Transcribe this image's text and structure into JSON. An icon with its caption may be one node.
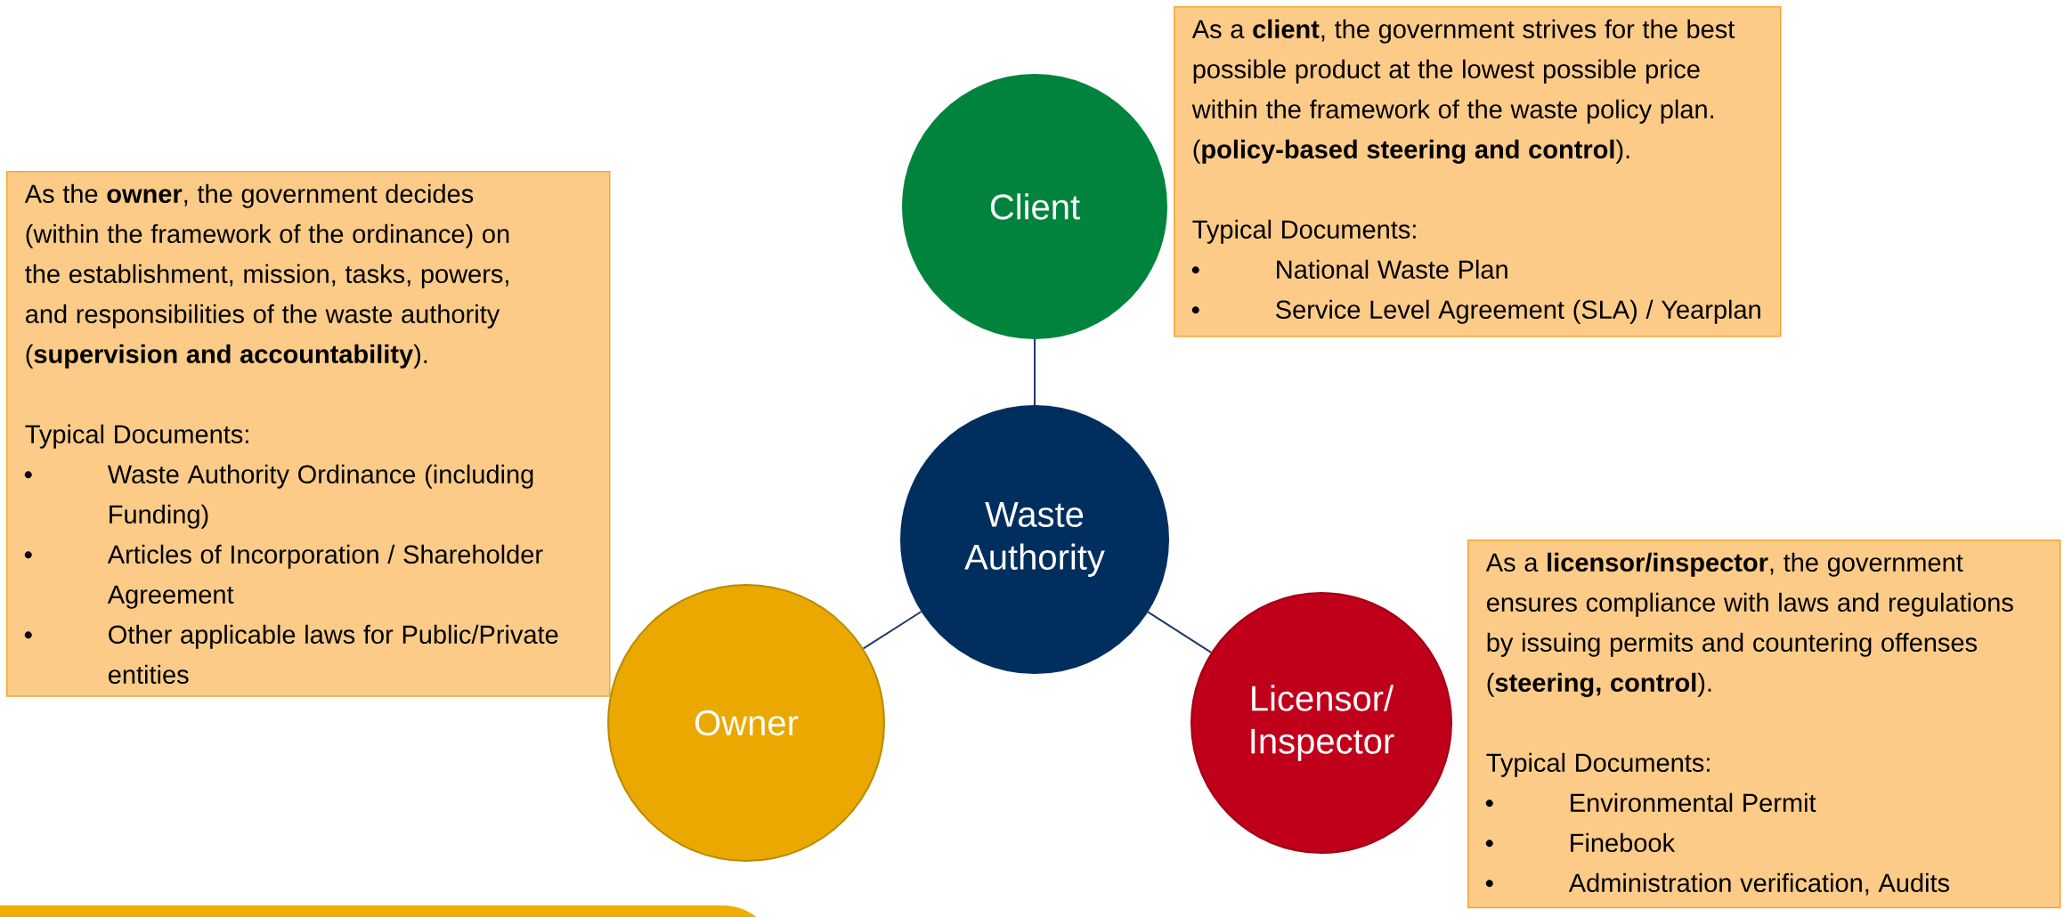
{
  "diagram": {
    "nodes": [
      {
        "text": [
          "Client"
        ]
      },
      {
        "text": [
          "As a **client**, the government strives for the best possible product at the lowest possible price within the framework of the waste policy plan. (**policy-based steering and control**).",
          "Typical Documents:",
          "National Waste Plan",
          "Service Level Agreement (SLA) / Yearplan"
        ]
      },
      {
        "text": [
          "As the **owner**, the government decides (within the framework of the ordinance) on the establishment, mission, tasks, powers, and responsibilities of the waste authority (**supervision and accountability**).",
          "Typical Documents:",
          "Waste Authority Ordinance (including Funding)",
          "Articles of Incorporation / Shareholder Agreement",
          "Other applicable laws for Public/Private entities"
        ]
      },
      {
        "text": [
          "Waste Authority"
        ]
      },
      {
        "text": [
          "Owner"
        ]
      },
      {
        "text": [
          "Licensor/ Inspector"
        ]
      },
      {
        "text": [
          "As a **licensor/inspector**, the government ensures compliance with laws and regulations by issuing permits and countering offenses (**steering, control**).",
          "Typical Documents:",
          "Environmental Permit",
          "Finebook",
          "Administration verification, Audits"
        ]
      }
    ],
    "edges": [
      {
        "from": 3,
        "to": 0,
        "arrow": "none"
      },
      {
        "from": 3,
        "to": 4,
        "arrow": "none"
      },
      {
        "from": 3,
        "to": 5,
        "arrow": "none"
      }
    ]
  }
}
